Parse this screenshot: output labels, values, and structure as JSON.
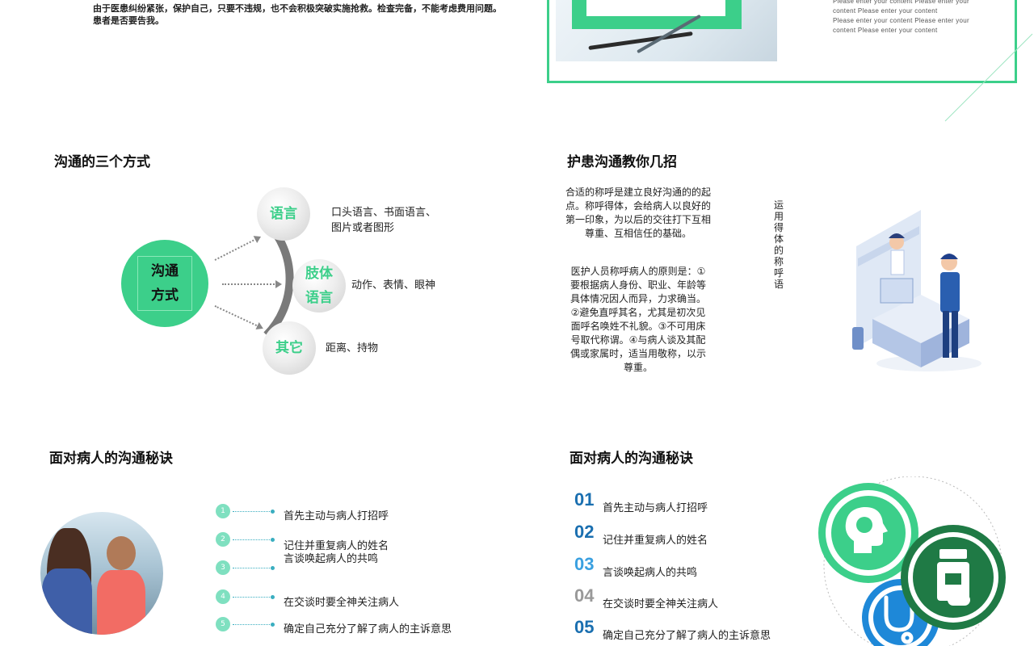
{
  "top_left": {
    "line1": "由于医患纠纷紧张，保护自己，只要不违规，也不会积极突破实施抢救。检查完备，不能考虑费用问题。",
    "line2": "患者是否要告我。"
  },
  "top_right": {
    "en_lines": [
      "Please enter your content  Please enter your",
      "content  Please enter your content",
      "Please enter your content  Please enter your",
      "content  Please enter your content"
    ]
  },
  "three_ways": {
    "title": "沟通的三个方式",
    "center_line1": "沟通",
    "center_line2": "方式",
    "node1": "语言",
    "node1_desc_line1": "口头语言、书面语言、",
    "node1_desc_line2": "图片或者图形",
    "node2_line1": "肢体",
    "node2_line2": "语言",
    "node2_desc": "动作、表情、眼神",
    "node3": "其它",
    "node3_desc": "距离、持物"
  },
  "tips": {
    "title": "护患沟通教你几招",
    "para1": [
      "合适的称呼是建立良好沟通的的起",
      "点。称呼得体，会给病人以良好的",
      "第一印象，为以后的交往打下互相",
      "尊重、互相信任的基础。"
    ],
    "para2": [
      "医护人员称呼病人的原则是：①",
      "要根据病人身份、职业、年龄等",
      "具体情况因人而异，力求确当。",
      "②避免直呼其名，尤其是初次见",
      "面呼名唤姓不礼貌。③不可用床",
      "号取代称谓。④与病人谈及其配",
      "偶或家属时，适当用敬称，以示",
      "尊重。"
    ],
    "vertical_label": "运用得体的称呼语"
  },
  "secrets_left": {
    "title": "面对病人的沟通秘诀",
    "items": [
      {
        "num": "1",
        "text": "首先主动与病人打招呼"
      },
      {
        "num": "2",
        "text": "记住并重复病人的姓名"
      },
      {
        "num": "3",
        "text": "言谈唤起病人的共鸣"
      },
      {
        "num": "4",
        "text": "在交谈时要全神关注病人"
      },
      {
        "num": "5",
        "text": "确定自己充分了解了病人的主诉意思"
      }
    ]
  },
  "secrets_right": {
    "title": "面对病人的沟通秘诀",
    "items": [
      {
        "num": "01",
        "text": "首先主动与病人打招呼",
        "color": "#1a6fb0"
      },
      {
        "num": "02",
        "text": "记住并重复病人的姓名",
        "color": "#1a6fb0"
      },
      {
        "num": "03",
        "text": "言谈唤起病人的共鸣",
        "color": "#3aa0e0"
      },
      {
        "num": "04",
        "text": "在交谈时要全神关注病人",
        "color": "#999999"
      },
      {
        "num": "05",
        "text": "确定自己充分了解了病人的主诉意思",
        "color": "#1a6fb0"
      }
    ]
  },
  "colors": {
    "accent_green": "#3ccf8a",
    "dark_green": "#1f7a45",
    "blue": "#1a6fb0"
  }
}
